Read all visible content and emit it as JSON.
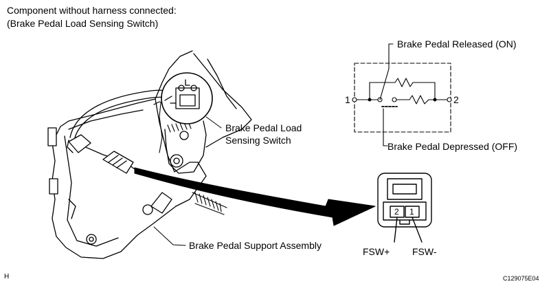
{
  "header": {
    "line1": "Component without harness connected:",
    "line2": "(Brake Pedal Load Sensing Switch)"
  },
  "labels": {
    "switch_line1": "Brake Pedal Load",
    "switch_line2": "Sensing Switch",
    "support": "Brake Pedal Support Assembly",
    "released": "Brake Pedal Released (ON)",
    "depressed": "Brake Pedal Depressed (OFF)"
  },
  "circuit": {
    "terminal_1": "1",
    "terminal_2": "2"
  },
  "connector": {
    "pin_2": "2",
    "pin_1": "1",
    "label_plus": "FSW+",
    "label_minus": "FSW-"
  },
  "footer": {
    "letter": "H",
    "code": "C129075E04"
  }
}
